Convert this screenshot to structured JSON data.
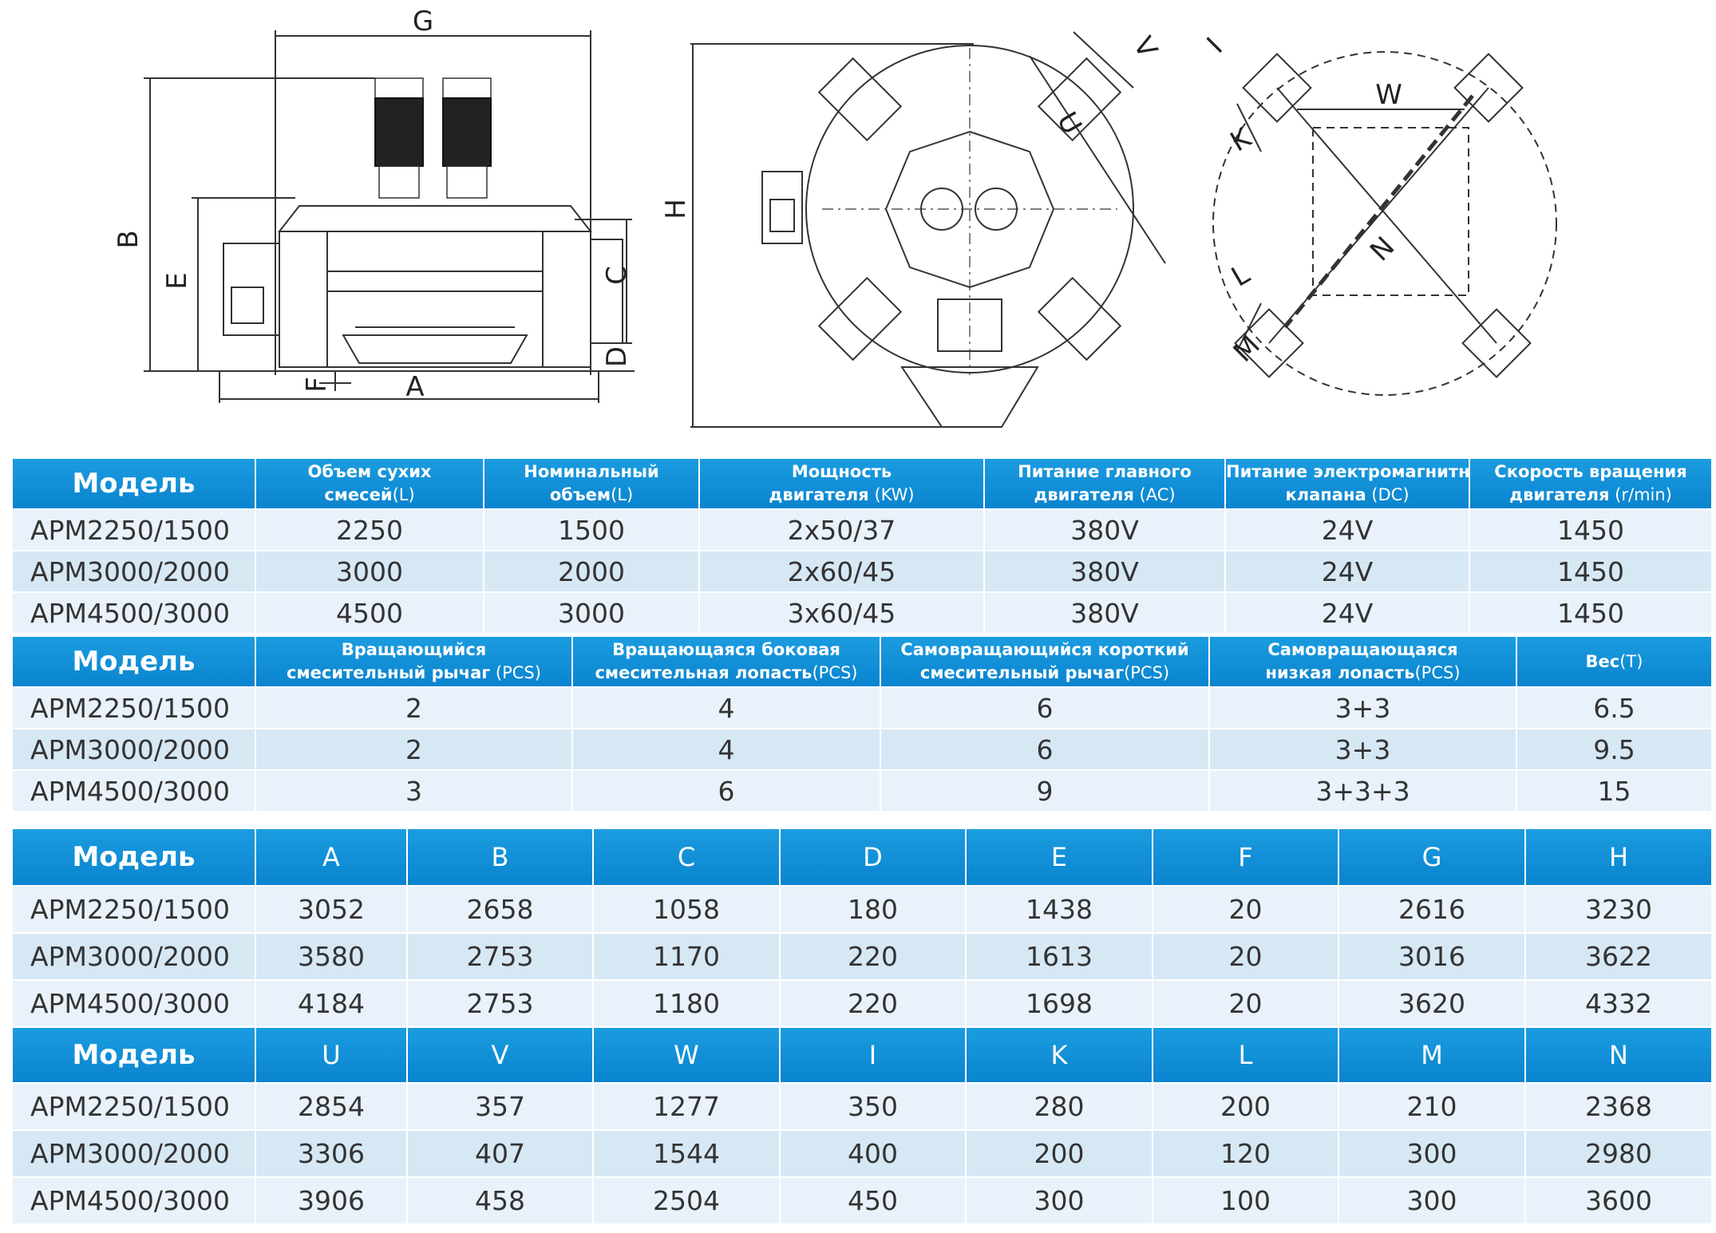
{
  "drawings": {
    "front_labels": {
      "g": "G",
      "b": "B",
      "e": "E",
      "c": "C",
      "d": "D",
      "f": "F",
      "a": "A"
    },
    "top_labels": {
      "h": "H",
      "v": "V",
      "u": "U"
    },
    "plan_labels": {
      "w": "W",
      "i": "I",
      "k": "K",
      "n": "N",
      "l": "L",
      "m": "M"
    }
  },
  "table1": {
    "headers": [
      {
        "l1": "Модель"
      },
      {
        "l1": "Объем сухих",
        "l2": "смесей",
        "u": "(L)"
      },
      {
        "l1": "Номинальный",
        "l2": "объем",
        "u": "(L)"
      },
      {
        "l1": "Мощность",
        "l2": "двигателя",
        "u": " (KW)"
      },
      {
        "l1": "Питание главного",
        "l2": "двигателя",
        "u": " (AC)"
      },
      {
        "l1": "Питание электромагнитного",
        "l2": "клапана",
        "u": " (DC)"
      },
      {
        "l1": "Скорость вращения",
        "l2": "двигателя",
        "u": " (r/min)"
      }
    ],
    "rows": [
      [
        "APM2250/1500",
        "2250",
        "1500",
        "2x50/37",
        "380V",
        "24V",
        "1450"
      ],
      [
        "APM3000/2000",
        "3000",
        "2000",
        "2x60/45",
        "380V",
        "24V",
        "1450"
      ],
      [
        "APM4500/3000",
        "4500",
        "3000",
        "3x60/45",
        "380V",
        "24V",
        "1450"
      ]
    ]
  },
  "table2": {
    "headers": [
      {
        "l1": "Модель"
      },
      {
        "l1": "Вращающийся",
        "l2": "смесительный рычаг",
        "u": " (PCS)"
      },
      {
        "l1": "Вращающаяся боковая",
        "l2": "смесительная лопасть",
        "u": "(PCS)"
      },
      {
        "l1": "Самовращающийся короткий",
        "l2": "смесительный рычаг",
        "u": "(PCS)"
      },
      {
        "l1": "Самовращающаяся",
        "l2": "низкая лопасть",
        "u": "(PCS)"
      },
      {
        "l1": "Вес",
        "u": "(T)"
      }
    ],
    "rows": [
      [
        "APM2250/1500",
        "2",
        "4",
        "6",
        "3+3",
        "6.5"
      ],
      [
        "APM3000/2000",
        "2",
        "4",
        "6",
        "3+3",
        "9.5"
      ],
      [
        "APM4500/3000",
        "3",
        "6",
        "9",
        "3+3+3",
        "15"
      ]
    ]
  },
  "table3": {
    "headers": [
      "Модель",
      "A",
      "B",
      "C",
      "D",
      "E",
      "F",
      "G",
      "H"
    ],
    "rows": [
      [
        "APM2250/1500",
        "3052",
        "2658",
        "1058",
        "180",
        "1438",
        "20",
        "2616",
        "3230"
      ],
      [
        "APM3000/2000",
        "3580",
        "2753",
        "1170",
        "220",
        "1613",
        "20",
        "3016",
        "3622"
      ],
      [
        "APM4500/3000",
        "4184",
        "2753",
        "1180",
        "220",
        "1698",
        "20",
        "3620",
        "4332"
      ]
    ]
  },
  "table4": {
    "headers": [
      "Модель",
      "U",
      "V",
      "W",
      "I",
      "K",
      "L",
      "M",
      "N"
    ],
    "rows": [
      [
        "APM2250/1500",
        "2854",
        "357",
        "1277",
        "350",
        "280",
        "200",
        "210",
        "2368"
      ],
      [
        "APM3000/2000",
        "3306",
        "407",
        "1544",
        "400",
        "200",
        "120",
        "300",
        "2980"
      ],
      [
        "APM4500/3000",
        "3906",
        "458",
        "2504",
        "450",
        "300",
        "100",
        "300",
        "3600"
      ]
    ]
  }
}
